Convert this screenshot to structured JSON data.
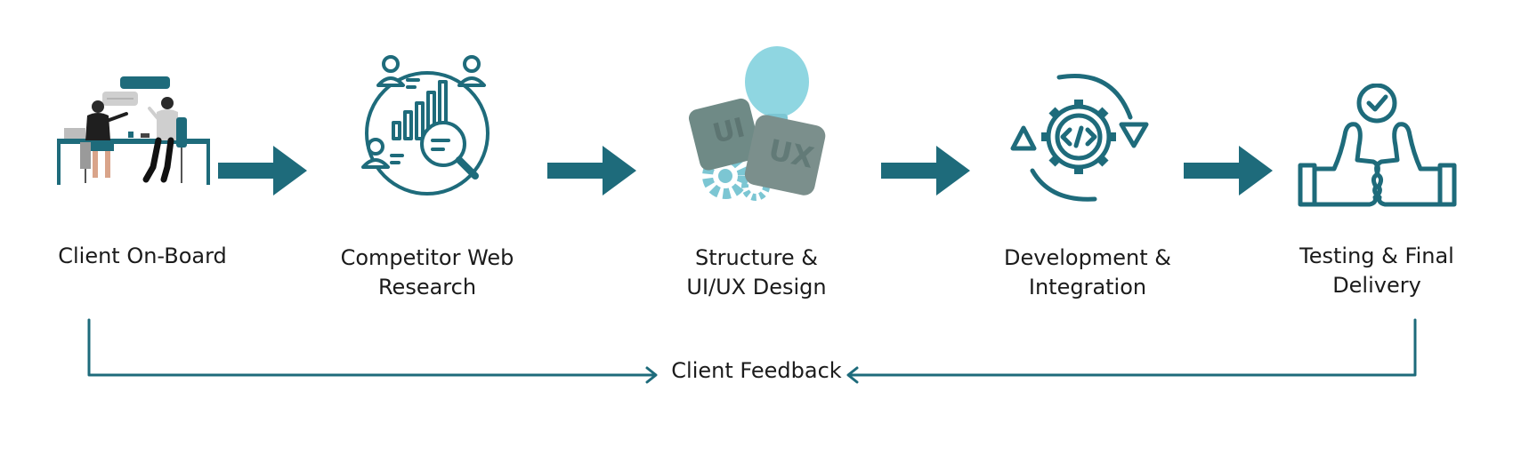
{
  "steps": [
    {
      "id": "step1",
      "lines": [
        "Client On-Board"
      ],
      "icon": "meeting-illustration"
    },
    {
      "id": "step2",
      "lines": [
        "Competitor Web",
        "Research"
      ],
      "icon": "research-icon"
    },
    {
      "id": "step3",
      "lines": [
        "Structure &",
        "UI/UX Design"
      ],
      "icon": "ui-ux-design-icon",
      "badges": [
        "UI",
        "UX"
      ]
    },
    {
      "id": "step4",
      "lines": [
        "Development &",
        "Integration"
      ],
      "icon": "development-gear-icon"
    },
    {
      "id": "step5",
      "lines": [
        "Testing & Final",
        "Delivery"
      ],
      "icon": "thumbs-up-check-icon"
    }
  ],
  "feedback": {
    "label": "Client Feedback"
  },
  "colors": {
    "primary": "#1e6b7b",
    "arrow": "#1e6b7b",
    "bulb": "#8fd6e1",
    "keycap": "#6f8a86",
    "gear": "#7cc6d3",
    "text": "#1b1b1b"
  }
}
